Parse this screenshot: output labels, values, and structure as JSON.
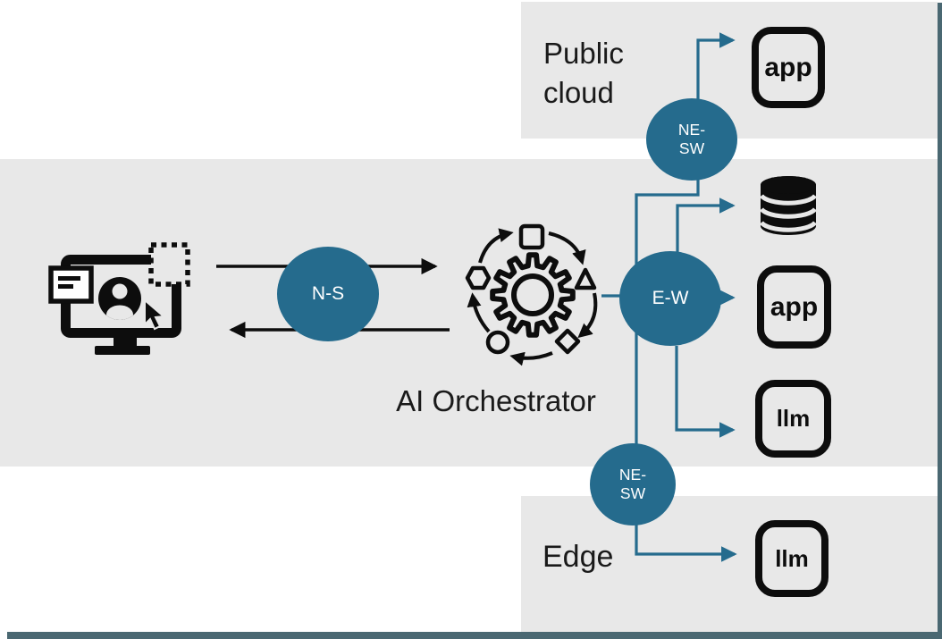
{
  "diagram": {
    "regions": {
      "public_cloud": {
        "label": "Public cloud"
      },
      "edge": {
        "label": "Edge"
      }
    },
    "orchestrator": {
      "label": "AI Orchestrator"
    },
    "gateways": {
      "north_south": {
        "label": "N-S"
      },
      "east_west": {
        "label": "E-W"
      },
      "northeast_southwest_top": {
        "label": "NE-\nSW"
      },
      "northeast_southwest_bottom": {
        "label": "NE-\nSW"
      }
    },
    "nodes": {
      "public_cloud_app": {
        "label": "app"
      },
      "database": {
        "type": "database-icon"
      },
      "app": {
        "label": "app"
      },
      "llm": {
        "label": "llm"
      },
      "edge_llm": {
        "label": "llm"
      }
    },
    "edges": [
      "user-workstation -> N-S -> AI Orchestrator (request, black arrow right)",
      "AI Orchestrator -> N-S -> user-workstation (response, black arrow left)",
      "AI Orchestrator -> E-W",
      "E-W -> NE-SW (top)",
      "NE-SW (top) -> public cloud app",
      "E-W -> database",
      "E-W -> app",
      "E-W -> llm",
      "E-W -> NE-SW (bottom)",
      "NE-SW (bottom) -> edge llm"
    ]
  },
  "colors": {
    "gateway_teal": "#256b8d",
    "connector_teal": "#256b8d",
    "panel_gray": "#e8e8e8",
    "frame_slate": "#4a6872",
    "icon_black": "#0d0d0d",
    "text_black": "#1a1a1a",
    "background": "#ffffff"
  }
}
